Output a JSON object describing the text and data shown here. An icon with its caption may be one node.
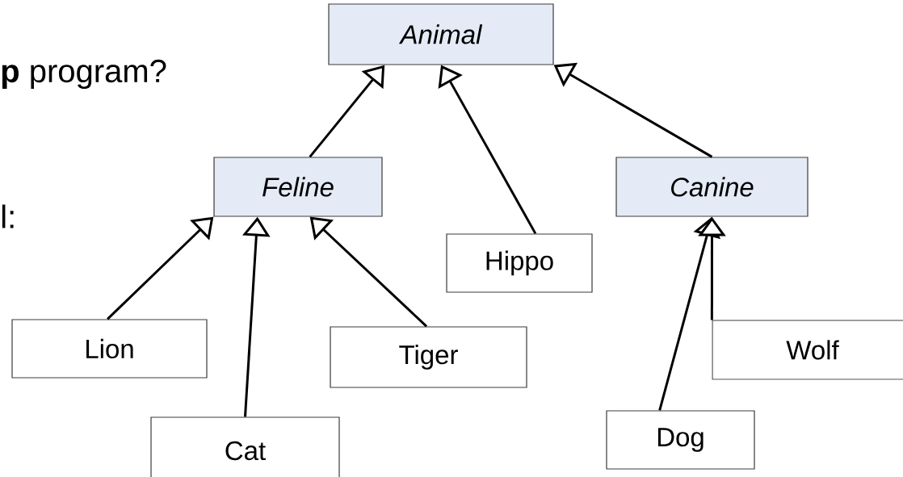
{
  "diagram": {
    "nodes": [
      {
        "text": [
          "Animal"
        ]
      },
      {
        "text": [
          "Feline"
        ]
      },
      {
        "text": [
          "Hippo"
        ]
      },
      {
        "text": [
          "Canine"
        ]
      },
      {
        "text": [
          "Lion"
        ]
      },
      {
        "text": [
          "Cat"
        ]
      },
      {
        "text": [
          "Tiger"
        ]
      },
      {
        "text": [
          "Dog"
        ]
      },
      {
        "text": [
          "Wolf"
        ]
      }
    ],
    "edges": [
      {
        "from": 1,
        "to": 0,
        "arrow": "to"
      },
      {
        "from": 2,
        "to": 0,
        "arrow": "to"
      },
      {
        "from": 3,
        "to": 0,
        "arrow": "to"
      },
      {
        "from": 4,
        "to": 1,
        "arrow": "to"
      },
      {
        "from": 5,
        "to": 1,
        "arrow": "to"
      },
      {
        "from": 6,
        "to": 1,
        "arrow": "to"
      },
      {
        "from": 7,
        "to": 3,
        "arrow": "to"
      },
      {
        "from": 8,
        "to": 3,
        "arrow": "to"
      }
    ],
    "labels": [
      "**p** program?",
      "l:"
    ]
  }
}
